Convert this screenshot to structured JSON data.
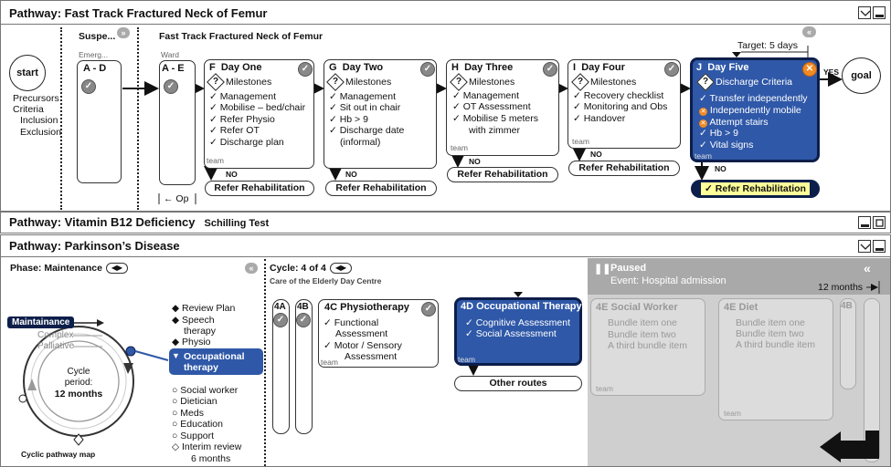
{
  "pathway1": {
    "title": "Pathway: Fast Track Fractured Neck of Femur",
    "heading": "Fast Track Fractured Neck of Femur",
    "start": "start",
    "goal": "goal",
    "precursor_criteria": "Precursors\nCriteria",
    "inclusion": "Inclusion",
    "exclusion": "Exclusion",
    "suspected": "Suspe...",
    "emergency": "Emerg...",
    "ward": "Ward",
    "card_ad": "A - D",
    "card_ae": "A - E",
    "op": "Op",
    "target": "Target: 5 days",
    "yes": "YES",
    "no": "NO",
    "team": "team",
    "days": [
      {
        "code": "F",
        "label": "Day One",
        "milestones": "Milestones",
        "items": [
          "Management",
          "Mobilise – bed/chair",
          "Refer Physio",
          "Refer OT",
          "Discharge plan"
        ],
        "refer": "Refer Rehabilitation"
      },
      {
        "code": "G",
        "label": "Day Two",
        "milestones": "Milestones",
        "items": [
          "Management",
          "Sit out in chair",
          "Hb > 9",
          "Discharge date",
          "(informal)"
        ],
        "refer": "Refer Rehabilitation"
      },
      {
        "code": "H",
        "label": "Day Three",
        "milestones": "Milestones",
        "items": [
          "Management",
          "OT Assessment",
          "Mobilise 5 meters",
          "with zimmer"
        ],
        "refer": "Refer Rehabilitation"
      },
      {
        "code": "I",
        "label": "Day Four",
        "milestones": "Milestones",
        "items": [
          "Recovery checklist",
          "Monitoring and Obs",
          "Handover"
        ],
        "refer": "Refer Rehabilitation"
      },
      {
        "code": "J",
        "label": "Day Five",
        "milestones": "Discharge Criteria",
        "items": [
          "Transfer independently",
          "Independently mobile",
          "Attempt stairs",
          "Hb > 9",
          "Vital signs"
        ],
        "refer": "Refer Rehabilitation"
      }
    ]
  },
  "pathway2": {
    "title": "Pathway: Vitamin B12 Deficiency",
    "subtitle": "Schilling Test"
  },
  "pathway3": {
    "title": "Pathway: Parkinson’s Disease",
    "phase": "Phase: Maintenance",
    "ring_labels": {
      "maintainance": "Maintainance",
      "complex": "Complex",
      "palliative": "Palliative"
    },
    "cycle_period_label": "Cycle\nperiod:",
    "cycle_period_value": "12 months",
    "cyclic_map": "Cyclic pathway map",
    "services_top": [
      "Review Plan",
      "Speech",
      "therapy",
      "Physio"
    ],
    "selected_service": "Occupational\ntherapy",
    "services_bottom": [
      "Social worker",
      "Dietician",
      "Meds",
      "Education",
      "Support",
      "Interim review",
      "6 months"
    ],
    "cycle": "Cycle: 4 of 4",
    "care_of": "Care of the Elderly Day Centre",
    "card_4a": "4A",
    "card_4b": "4B",
    "physio": {
      "title": "4C Physiotherapy",
      "items": [
        "Functional",
        "Assessment",
        "Motor / Sensory",
        "Assessment"
      ],
      "team": "team"
    },
    "ot": {
      "title": "4D Occupational Therapy",
      "items": [
        "Cognitive Assessment",
        "Social Assessment"
      ],
      "team": "team",
      "other": "Other routes"
    },
    "paused": "Paused",
    "event": "Event: Hospital admission",
    "months": "12 months",
    "social": {
      "title": "4E Social Worker",
      "items": [
        "Bundle item one",
        "Bundle item two",
        "A third bundle item"
      ],
      "team": "team"
    },
    "diet": {
      "title": "4E Diet",
      "items": [
        "Bundle item one",
        "Bundle item two",
        "A third bundle item"
      ],
      "team": "team"
    },
    "card_4b_grey": "4B"
  },
  "colors": {
    "accent_blue": "#2f58a8",
    "highlight_yellow": "#ffff99",
    "grey_panel": "#cfcfcf"
  }
}
